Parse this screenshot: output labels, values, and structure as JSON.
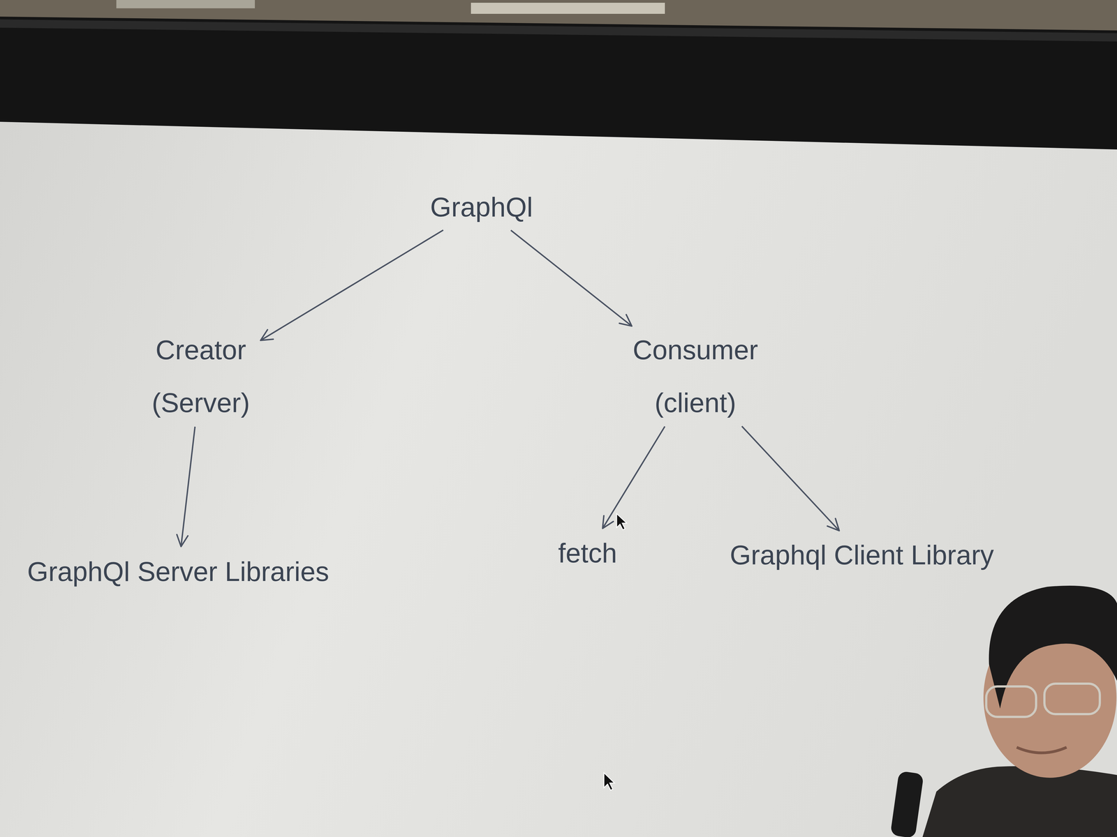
{
  "diagram": {
    "nodes": [
      {
        "text": [
          "GraphQl"
        ]
      },
      {
        "text": [
          "Creator",
          "(Server)"
        ]
      },
      {
        "text": [
          "Consumer",
          "(client)"
        ]
      },
      {
        "text": [
          "GraphQl Server Libraries"
        ]
      },
      {
        "text": [
          "fetch"
        ]
      },
      {
        "text": [
          "Graphql Client Library"
        ]
      }
    ],
    "edges": [
      {
        "from": 0,
        "to": 1,
        "arrow": "to"
      },
      {
        "from": 0,
        "to": 2,
        "arrow": "to"
      },
      {
        "from": 1,
        "to": 3,
        "arrow": "to"
      },
      {
        "from": 2,
        "to": 4,
        "arrow": "to"
      },
      {
        "from": 2,
        "to": 5,
        "arrow": "to"
      }
    ]
  }
}
